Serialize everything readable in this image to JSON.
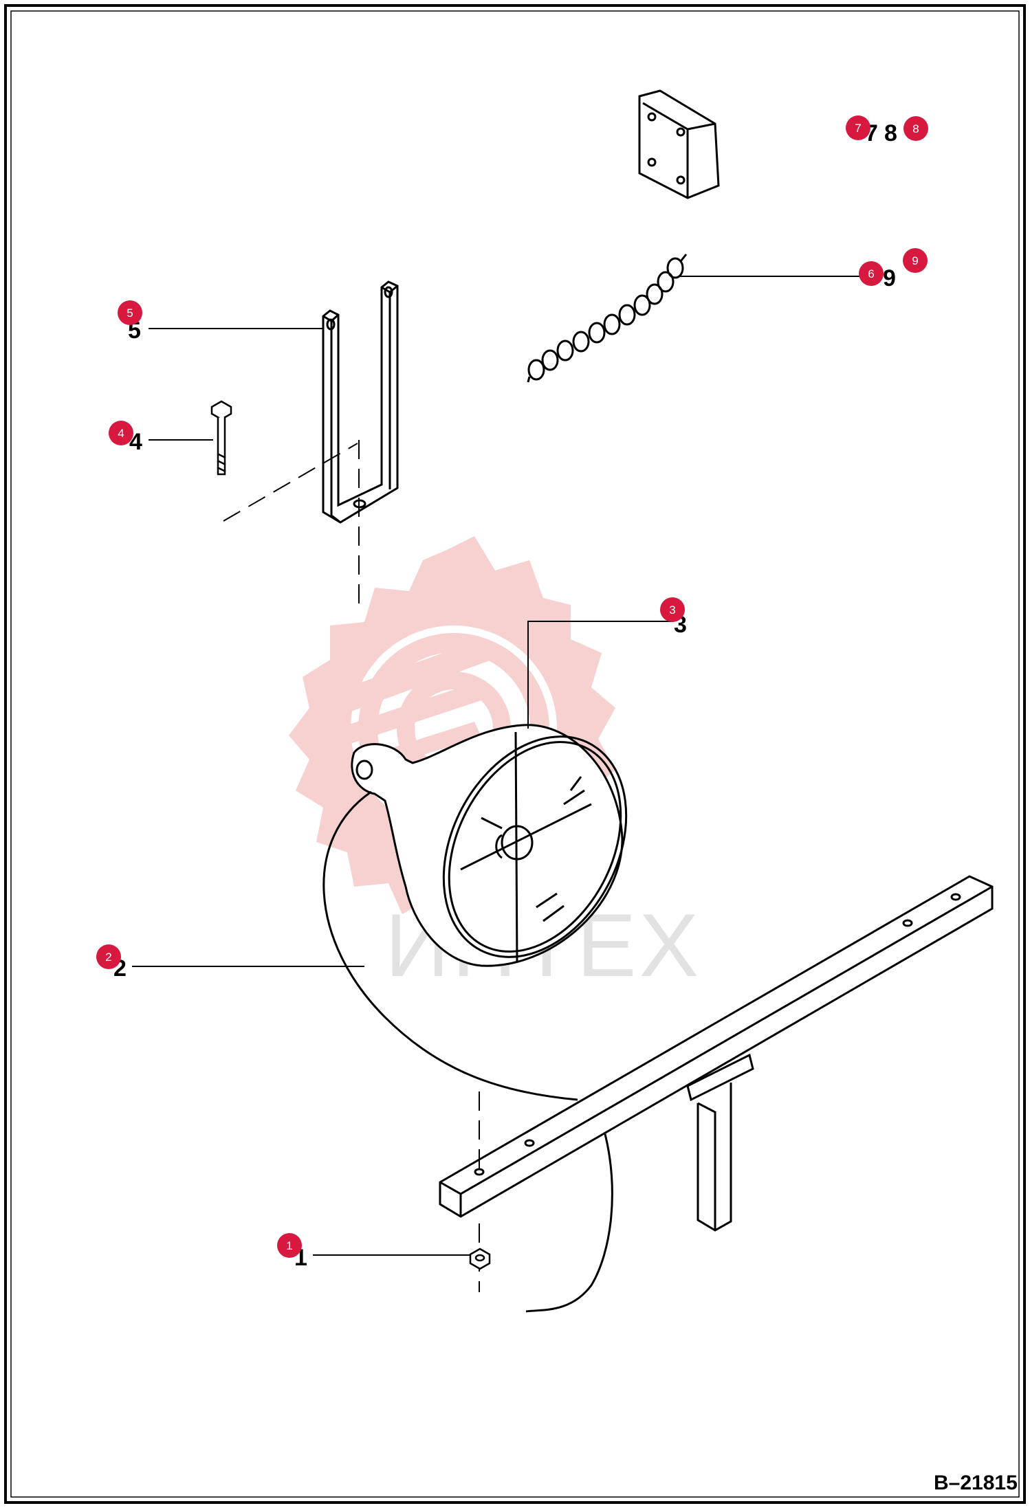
{
  "drawing_ref": "B–21815",
  "watermark_text": "ИНТЕХ",
  "colors": {
    "badge": "#d7193f",
    "line": "#000000",
    "watermark_gear": "#f6c8c8",
    "watermark_text": "#e2e2e2"
  },
  "callouts": [
    {
      "badge": "1",
      "label": "1"
    },
    {
      "badge": "2",
      "label": "2"
    },
    {
      "badge": "3",
      "label": "3"
    },
    {
      "badge": "4",
      "label": "4"
    },
    {
      "badge": "5",
      "label": "5"
    },
    {
      "badge": "6",
      "label": "9"
    },
    {
      "badge": "7",
      "label": "7"
    },
    {
      "badge": "8",
      "label": "8"
    },
    {
      "badge": "9",
      "label": ""
    }
  ]
}
